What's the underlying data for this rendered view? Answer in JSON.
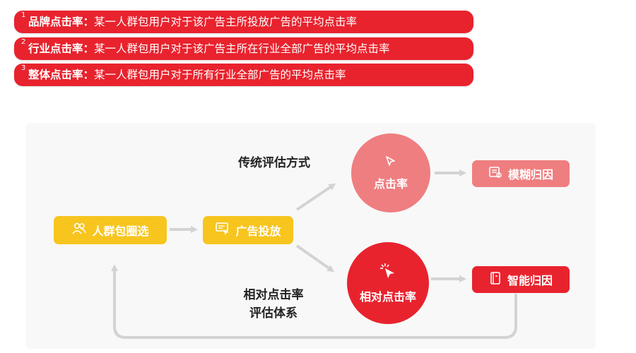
{
  "definitions": [
    {
      "num": "1",
      "term": "品牌点击率：",
      "desc": "某一人群包用户对于该广告主所投放广告的平均点击率"
    },
    {
      "num": "2",
      "term": "行业点击率：",
      "desc": "某一人群包用户对于该广告主所在行业全部广告的平均点击率"
    },
    {
      "num": "3",
      "term": "整体点击率：",
      "desc": "某一人群包用户对于所有行业全部广告的平均点击率"
    }
  ],
  "diagram": {
    "crowd_select": "人群包圈选",
    "ad_delivery": "广告投放",
    "traditional_label": "传统评估方式",
    "relative_label_line1": "相对点击率",
    "relative_label_line2": "评估体系",
    "ctr": "点击率",
    "relative_ctr": "相对点击率",
    "fuzzy_attribution": "模糊归因",
    "smart_attribution": "智能归因"
  },
  "colors": {
    "red": "#e8232e",
    "light_red": "#ef7e80",
    "yellow": "#f7c51e",
    "arrow_gray": "#d3d3d3"
  },
  "icons": {
    "crowd": "people-icon",
    "ad": "ad-screen-icon",
    "ctr": "cursor-icon",
    "relative_ctr": "cursor-click-icon",
    "fuzzy": "document-icon",
    "smart": "book-icon"
  }
}
